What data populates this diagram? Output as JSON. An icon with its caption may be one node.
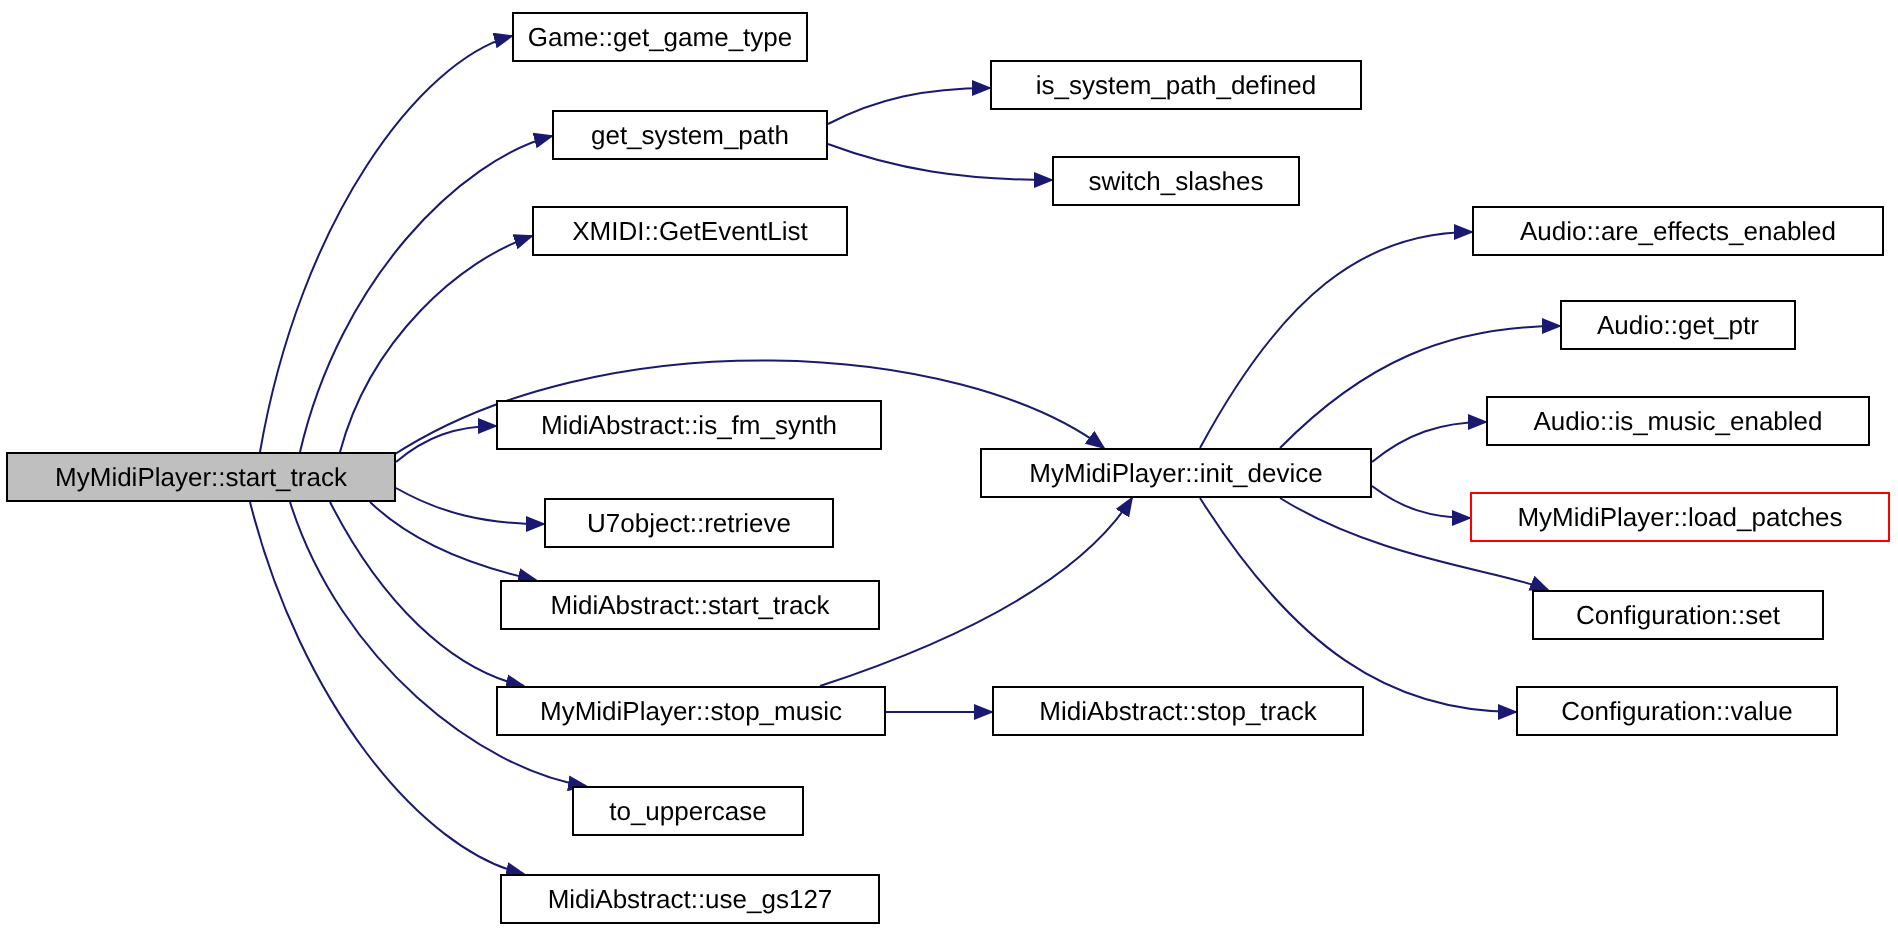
{
  "diagram": {
    "nodes": [
      {
        "text": [
          "MyMidiPlayer::start_track"
        ]
      },
      {
        "text": [
          "Game::get_game_type"
        ]
      },
      {
        "text": [
          "get_system_path"
        ]
      },
      {
        "text": [
          "is_system_path_defined"
        ]
      },
      {
        "text": [
          "switch_slashes"
        ]
      },
      {
        "text": [
          "XMIDI::GetEventList"
        ]
      },
      {
        "text": [
          "MidiAbstract::is_fm_synth"
        ]
      },
      {
        "text": [
          "U7object::retrieve"
        ]
      },
      {
        "text": [
          "MidiAbstract::start_track"
        ]
      },
      {
        "text": [
          "MyMidiPlayer::stop_music"
        ]
      },
      {
        "text": [
          "to_uppercase"
        ]
      },
      {
        "text": [
          "MidiAbstract::use_gs127"
        ]
      },
      {
        "text": [
          "MyMidiPlayer::init_device"
        ]
      },
      {
        "text": [
          "MidiAbstract::stop_track"
        ]
      },
      {
        "text": [
          "Audio::are_effects_enabled"
        ]
      },
      {
        "text": [
          "Audio::get_ptr"
        ]
      },
      {
        "text": [
          "Audio::is_music_enabled"
        ]
      },
      {
        "text": [
          "MyMidiPlayer::load_patches"
        ]
      },
      {
        "text": [
          "Configuration::set"
        ]
      },
      {
        "text": [
          "Configuration::value"
        ]
      }
    ],
    "edges": [
      {
        "from": 0,
        "to": 1,
        "arrow": "to"
      },
      {
        "from": 0,
        "to": 2,
        "arrow": "to"
      },
      {
        "from": 0,
        "to": 5,
        "arrow": "to"
      },
      {
        "from": 0,
        "to": 12,
        "arrow": "to"
      },
      {
        "from": 0,
        "to": 6,
        "arrow": "to"
      },
      {
        "from": 0,
        "to": 7,
        "arrow": "to"
      },
      {
        "from": 0,
        "to": 8,
        "arrow": "to"
      },
      {
        "from": 0,
        "to": 9,
        "arrow": "to"
      },
      {
        "from": 0,
        "to": 10,
        "arrow": "to"
      },
      {
        "from": 0,
        "to": 11,
        "arrow": "to"
      },
      {
        "from": 2,
        "to": 3,
        "arrow": "to"
      },
      {
        "from": 2,
        "to": 4,
        "arrow": "to"
      },
      {
        "from": 9,
        "to": 12,
        "arrow": "to"
      },
      {
        "from": 9,
        "to": 13,
        "arrow": "to"
      },
      {
        "from": 12,
        "to": 14,
        "arrow": "to"
      },
      {
        "from": 12,
        "to": 15,
        "arrow": "to"
      },
      {
        "from": 12,
        "to": 16,
        "arrow": "to"
      },
      {
        "from": 12,
        "to": 17,
        "arrow": "to"
      },
      {
        "from": 12,
        "to": 18,
        "arrow": "to"
      },
      {
        "from": 12,
        "to": 19,
        "arrow": "to"
      }
    ]
  }
}
